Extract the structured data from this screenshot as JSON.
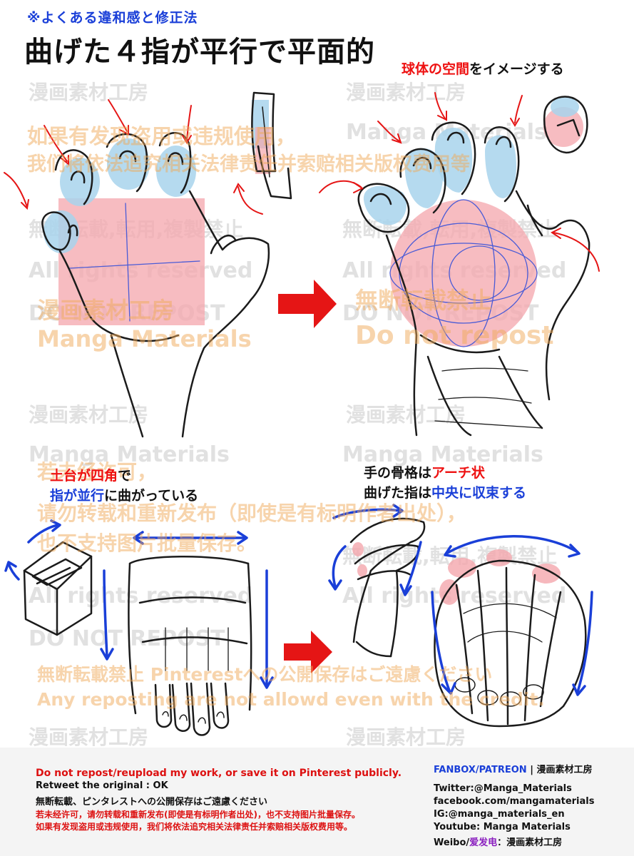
{
  "header": {
    "subtitle": "※よくある違和感と修正法",
    "title": "曲げた４指が平行で平面的"
  },
  "captions": {
    "top_right": [
      {
        "text": "球体の空間",
        "color": "red"
      },
      {
        "text": "をイメージする",
        "color": "dark"
      }
    ],
    "bottom_left_line1": [
      {
        "text": "土台が四角",
        "color": "red"
      },
      {
        "text": "で",
        "color": "dark"
      }
    ],
    "bottom_left_line2": [
      {
        "text": "指が並行",
        "color": "blue"
      },
      {
        "text": "に曲がっている",
        "color": "dark"
      }
    ],
    "bottom_right_line1": [
      {
        "text": "手の骨格は",
        "color": "dark"
      },
      {
        "text": "アーチ状",
        "color": "red"
      }
    ],
    "bottom_right_line2": [
      {
        "text": "曲げた指は",
        "color": "dark"
      },
      {
        "text": "中央に収束する",
        "color": "blue"
      }
    ]
  },
  "watermarks": {
    "gray_jp": "漫画素材工房",
    "gray_en": "Manga Materials",
    "gray_ban": "無断転載,転用,複製禁止",
    "gray_rights": "All rights reserved",
    "gray_norepost": "DO NOT REPOST",
    "orange_cn1": "如果有发现盗用或违规使用，",
    "orange_cn2": "我们将依法追究相关法律责任并索赔相关版权费用等",
    "orange_jp": "漫画素材工房",
    "orange_en": "Manga Materials",
    "orange_ban": "無断転載禁止",
    "orange_dnr": "Do not repost",
    "orange_cn3": "若未经许可，",
    "orange_cn4": "请勿转载和重新发布（即使是有标明作者出处），",
    "orange_cn5": "也不支持图片批量保存。",
    "orange_jp2": "無断転載禁止 Pinterestへの公開保存はご遠慮ください",
    "orange_en2": "Any reposting are not allowd even with the credit."
  },
  "footer": {
    "lines": [
      {
        "text": "Do not repost/reupload my work, or save it on Pinterest publicly.",
        "style": "red"
      },
      {
        "text": "Retweet the original : OK",
        "style": "dark"
      },
      {
        "text": "無断転載、ピンタレストへの公開保存はご遠慮ください",
        "style": "dark"
      },
      {
        "text": "若未经许可，请勿转载和重新发布(即使是有标明作者出处)，也不支持图片批量保存。",
        "style": "red"
      },
      {
        "text": "如果有发现盗用或违规使用，我们将依法追究相关法律责任并索赔相关版权费用等。",
        "style": "red"
      }
    ],
    "fanbox_label": "FANBOX/PATREON",
    "fanbox_sep": " | ",
    "fanbox_name": "漫画素材工房",
    "twitter": "Twitter:@Manga_Materials",
    "facebook": "facebook.com/mangamaterials",
    "instagram": "IG:@manga_materials_en",
    "youtube": "Youtube: Manga Materials",
    "weibo_prefix": "Weibo/",
    "weibo_name": "爱发电",
    "weibo_suffix": "：漫画素材工房"
  },
  "colors": {
    "accent_red": "#ee1111",
    "accent_blue": "#1a3fd8",
    "fingertip_blue": "#a8d4ec",
    "palm_pink": "#f4a6ac"
  }
}
